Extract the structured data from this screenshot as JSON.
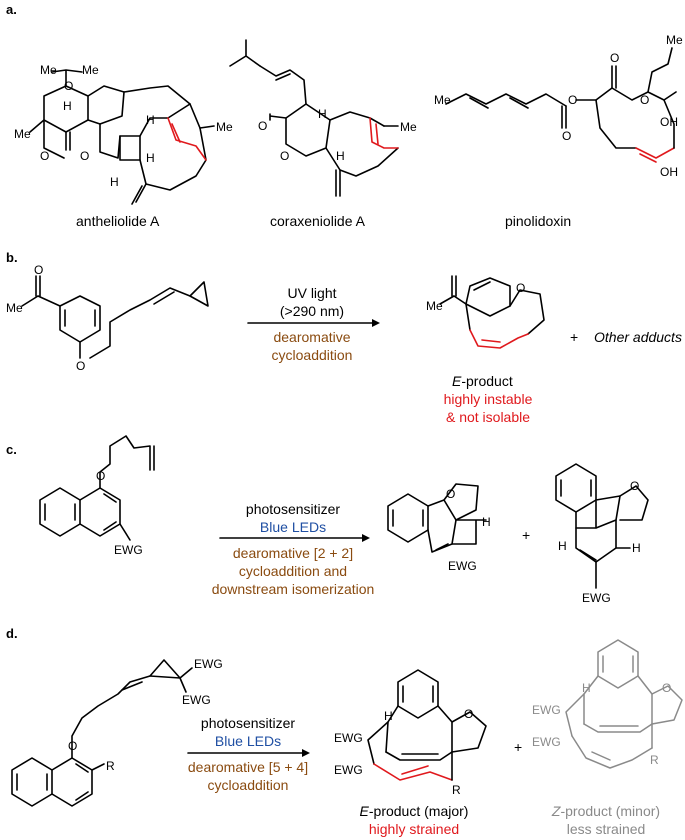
{
  "panels": {
    "a": {
      "label": "a.",
      "compounds": [
        "antheliolide A",
        "coraxeniolide A",
        "pinolidoxin"
      ]
    },
    "b": {
      "label": "b.",
      "conditions_top": [
        "UV light",
        "(>290 nm)"
      ],
      "conditions_bottom": [
        "dearomative",
        "cycloaddition"
      ],
      "plus": "+",
      "other": "Other adducts",
      "product_italic": "E",
      "product_rest": "-product",
      "note": [
        "highly instable",
        "& not isolable"
      ]
    },
    "c": {
      "label": "c.",
      "conditions_top": [
        "photosensitizer",
        "Blue LEDs"
      ],
      "conditions_bottom": [
        "dearomative [2 + 2]",
        "cycloaddition and",
        "downstream isomerization"
      ],
      "plus": "+"
    },
    "d": {
      "label": "d.",
      "conditions_top": [
        "photosensitizer",
        "Blue LEDs"
      ],
      "conditions_bottom": [
        "dearomative [5 + 4]",
        "cycloaddition"
      ],
      "plus": "+",
      "product1_italic": "E",
      "product1_rest": "-product (major)",
      "product1_note": "highly strained",
      "product2_italic": "Z",
      "product2_rest": "-product (minor)",
      "product2_note": "less strained"
    }
  },
  "atoms": {
    "me": "Me",
    "h": "H",
    "o": "O",
    "ewg": "EWG",
    "oh": "OH",
    "r": "R"
  },
  "colors": {
    "red": "#e0191d",
    "blue": "#1f4fa3",
    "brown": "#8a4b10",
    "grey": "#8a8a8a"
  }
}
